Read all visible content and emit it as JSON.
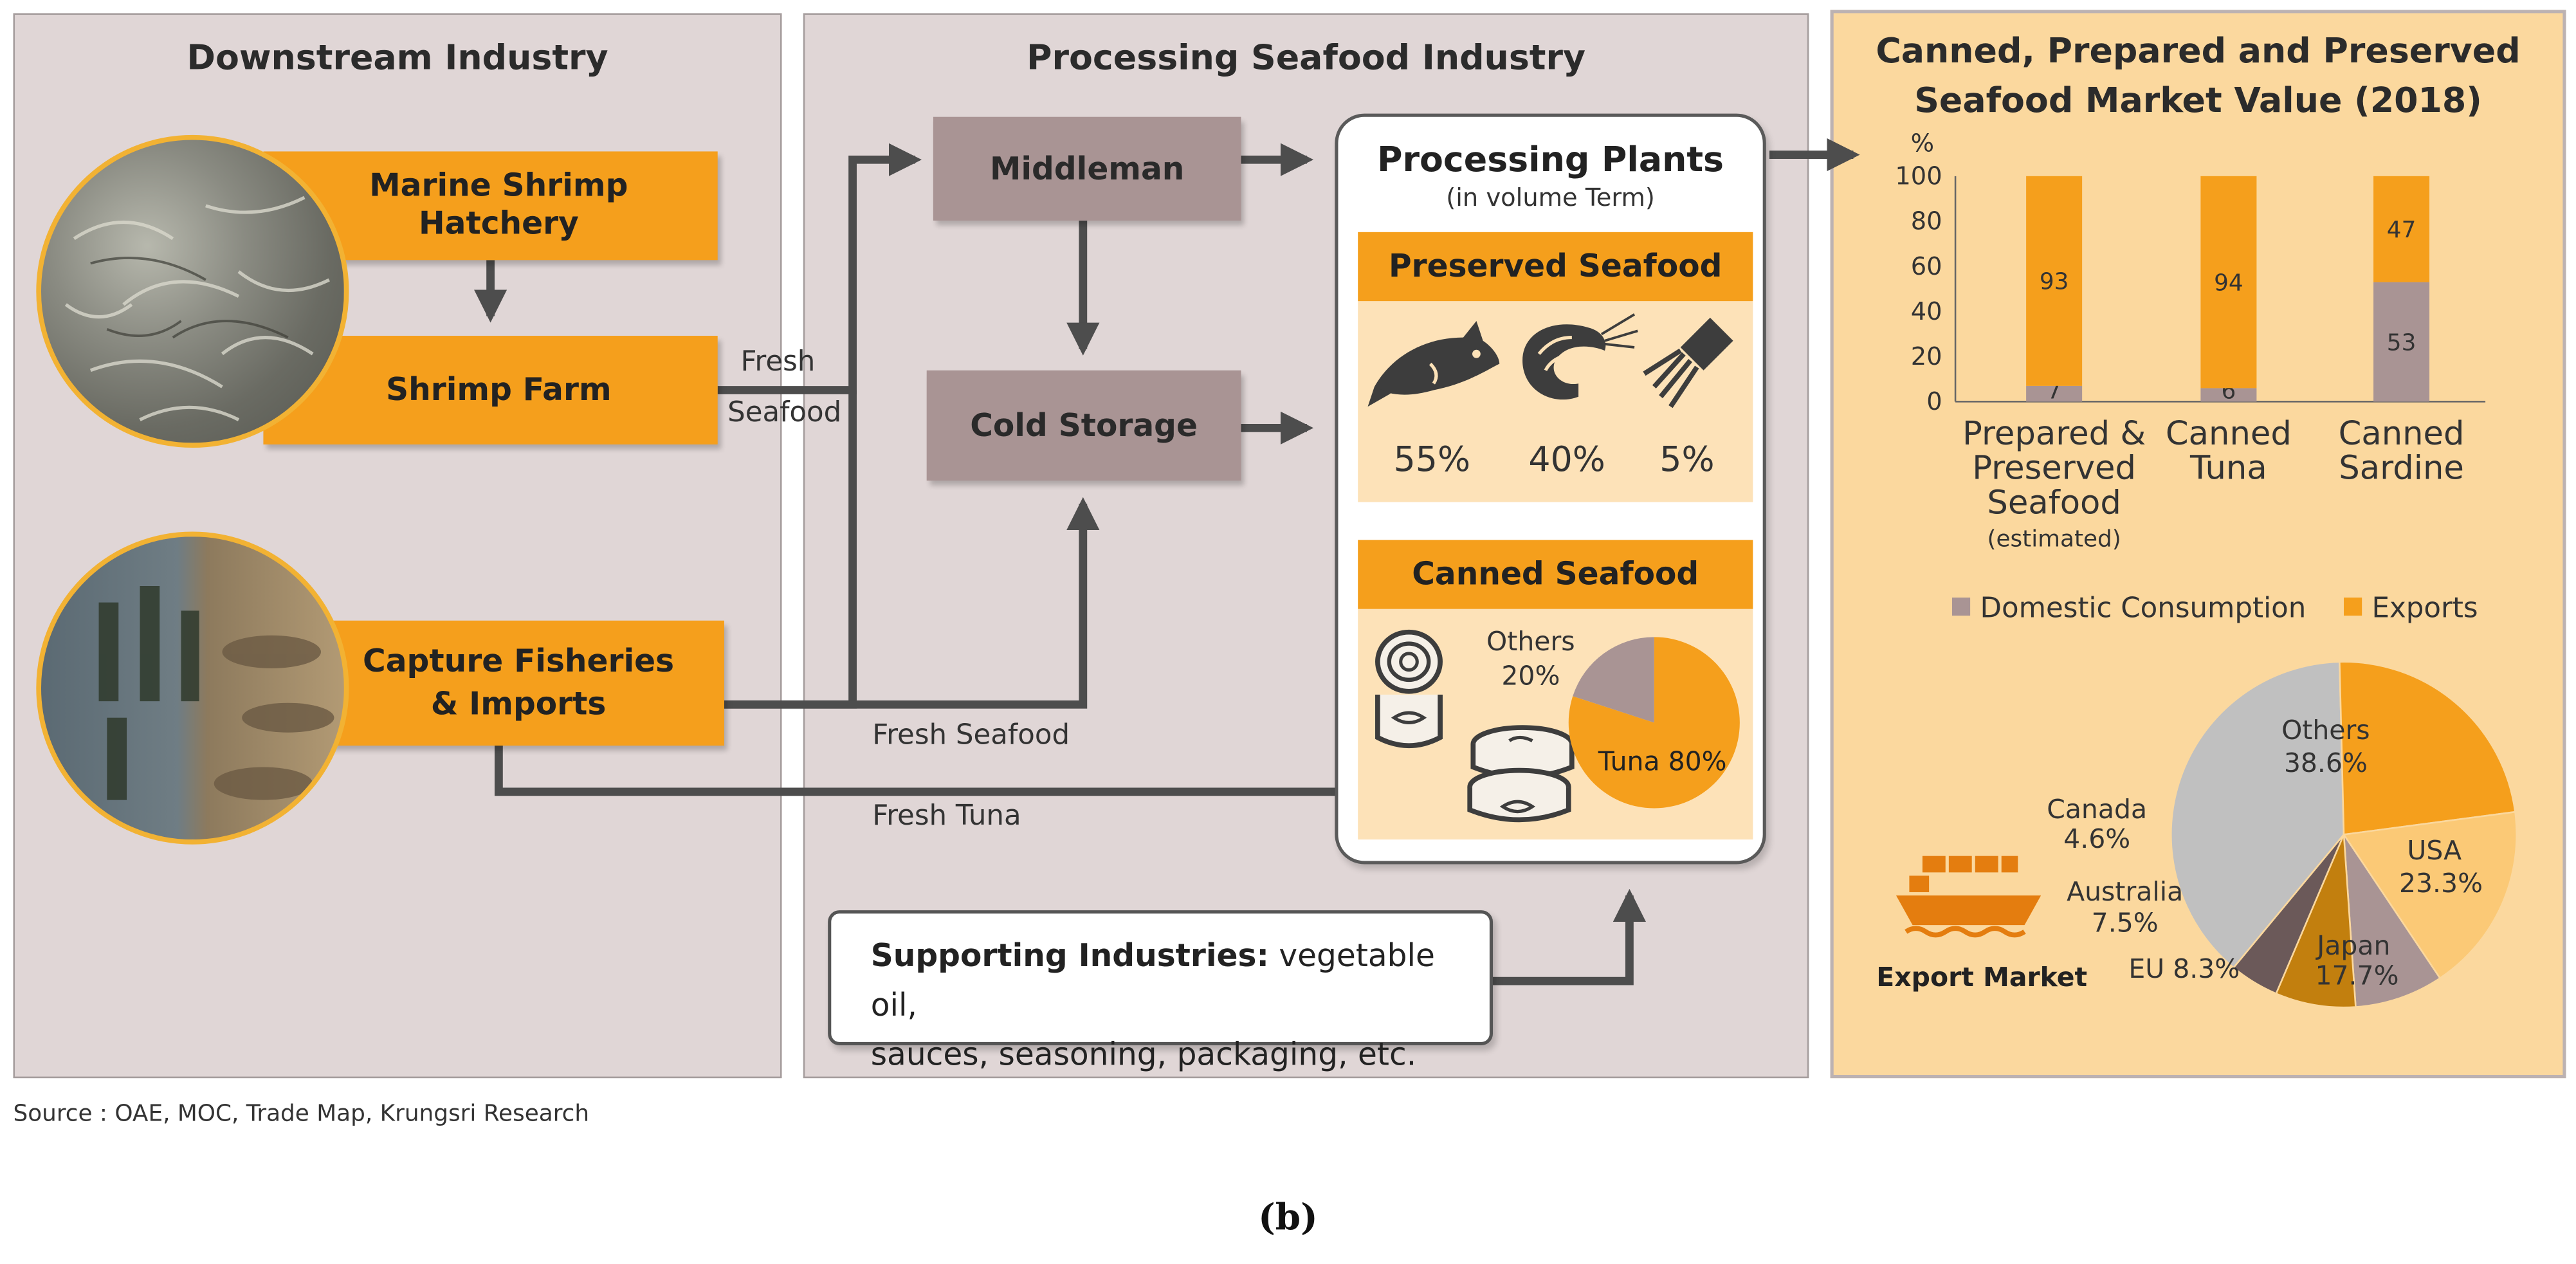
{
  "panels": {
    "downstream_title": "Downstream Industry",
    "processing_title": "Processing Seafood Industry",
    "market_title_line1": "Canned, Prepared and Preserved",
    "market_title_line2": "Seafood Market Value (2018)"
  },
  "downstream": {
    "hatchery": "Marine Shrimp Hatchery",
    "farm": "Shrimp Farm",
    "capture": "Capture Fisheries & Imports",
    "fresh_label_1": "Fresh",
    "fresh_label_2": "Seafood"
  },
  "processing": {
    "middleman": "Middleman",
    "cold_storage": "Cold Storage",
    "fresh_seafood": "Fresh Seafood",
    "fresh_tuna": "Fresh Tuna",
    "plants_title": "Processing Plants",
    "plants_subtitle": "(in volume Term)",
    "preserved_title": "Preserved Seafood",
    "preserved_shares": [
      {
        "item": "fish",
        "value": "55%"
      },
      {
        "item": "shrimp",
        "value": "40%"
      },
      {
        "item": "squid",
        "value": "5%"
      }
    ],
    "canned_title": "Canned Seafood",
    "canned_others_label": "Others",
    "canned_others_value": "20%",
    "canned_tuna_label": "Tuna 80%",
    "supporting_bold": "Supporting Industries:",
    "supporting_text_1": " vegetable oil,",
    "supporting_text_2": "sauces, seasoning, packaging, etc."
  },
  "colors": {
    "orange": "#f59f1c",
    "taupe": "#a99494",
    "grey": "#c0c0c0",
    "panel_bg": "#e0d6d6",
    "market_bg": "#fbd89e"
  },
  "chart_data": [
    {
      "type": "bar",
      "stacked": true,
      "ylabel": "%",
      "ylim": [
        0,
        100
      ],
      "yticks": [
        0,
        20,
        40,
        60,
        80,
        100
      ],
      "categories": [
        "Prepared & Preserved Seafood (estimated)",
        "Canned Tuna",
        "Canned Sardine"
      ],
      "category_lines": [
        [
          "Prepared &",
          "Preserved",
          "Seafood",
          "(estimated)"
        ],
        [
          "Canned",
          "Tuna"
        ],
        [
          "Canned",
          "Sardine"
        ]
      ],
      "series": [
        {
          "name": "Domestic Consumption",
          "color": "#a99494",
          "values": [
            7,
            6,
            53
          ]
        },
        {
          "name": "Exports",
          "color": "#f59f1c",
          "values": [
            93,
            94,
            47
          ]
        }
      ],
      "legend_position": "bottom",
      "grid": false
    },
    {
      "type": "pie",
      "title": "Export Market",
      "slices": [
        {
          "name": "Others",
          "label_1": "Others",
          "label_2": "38.6%",
          "value": 38.6,
          "color": "#c0c0c0"
        },
        {
          "name": "USA",
          "label_1": "USA",
          "label_2": "23.3%",
          "value": 23.3,
          "color": "#f59f1c"
        },
        {
          "name": "Japan",
          "label_1": "Japan",
          "label_2": "17.7%",
          "value": 17.7,
          "color": "#fbc976"
        },
        {
          "name": "EU",
          "label_1": "EU 8.3%",
          "label_2": "",
          "value": 8.3,
          "color": "#a99494"
        },
        {
          "name": "Australia",
          "label_1": "Australia",
          "label_2": "7.5%",
          "value": 7.5,
          "color": "#c27f0e"
        },
        {
          "name": "Canada",
          "label_1": "Canada",
          "label_2": "4.6%",
          "value": 4.6,
          "color": "#6b5959"
        }
      ]
    },
    {
      "type": "pie",
      "title": "Canned Seafood",
      "slices": [
        {
          "name": "Tuna",
          "value": 80,
          "color": "#f59f1c"
        },
        {
          "name": "Others",
          "value": 20,
          "color": "#a99494"
        }
      ]
    }
  ],
  "footer": {
    "source": "Source : OAE, MOC, Trade Map, Krungsri Research",
    "caption": "(b)"
  }
}
